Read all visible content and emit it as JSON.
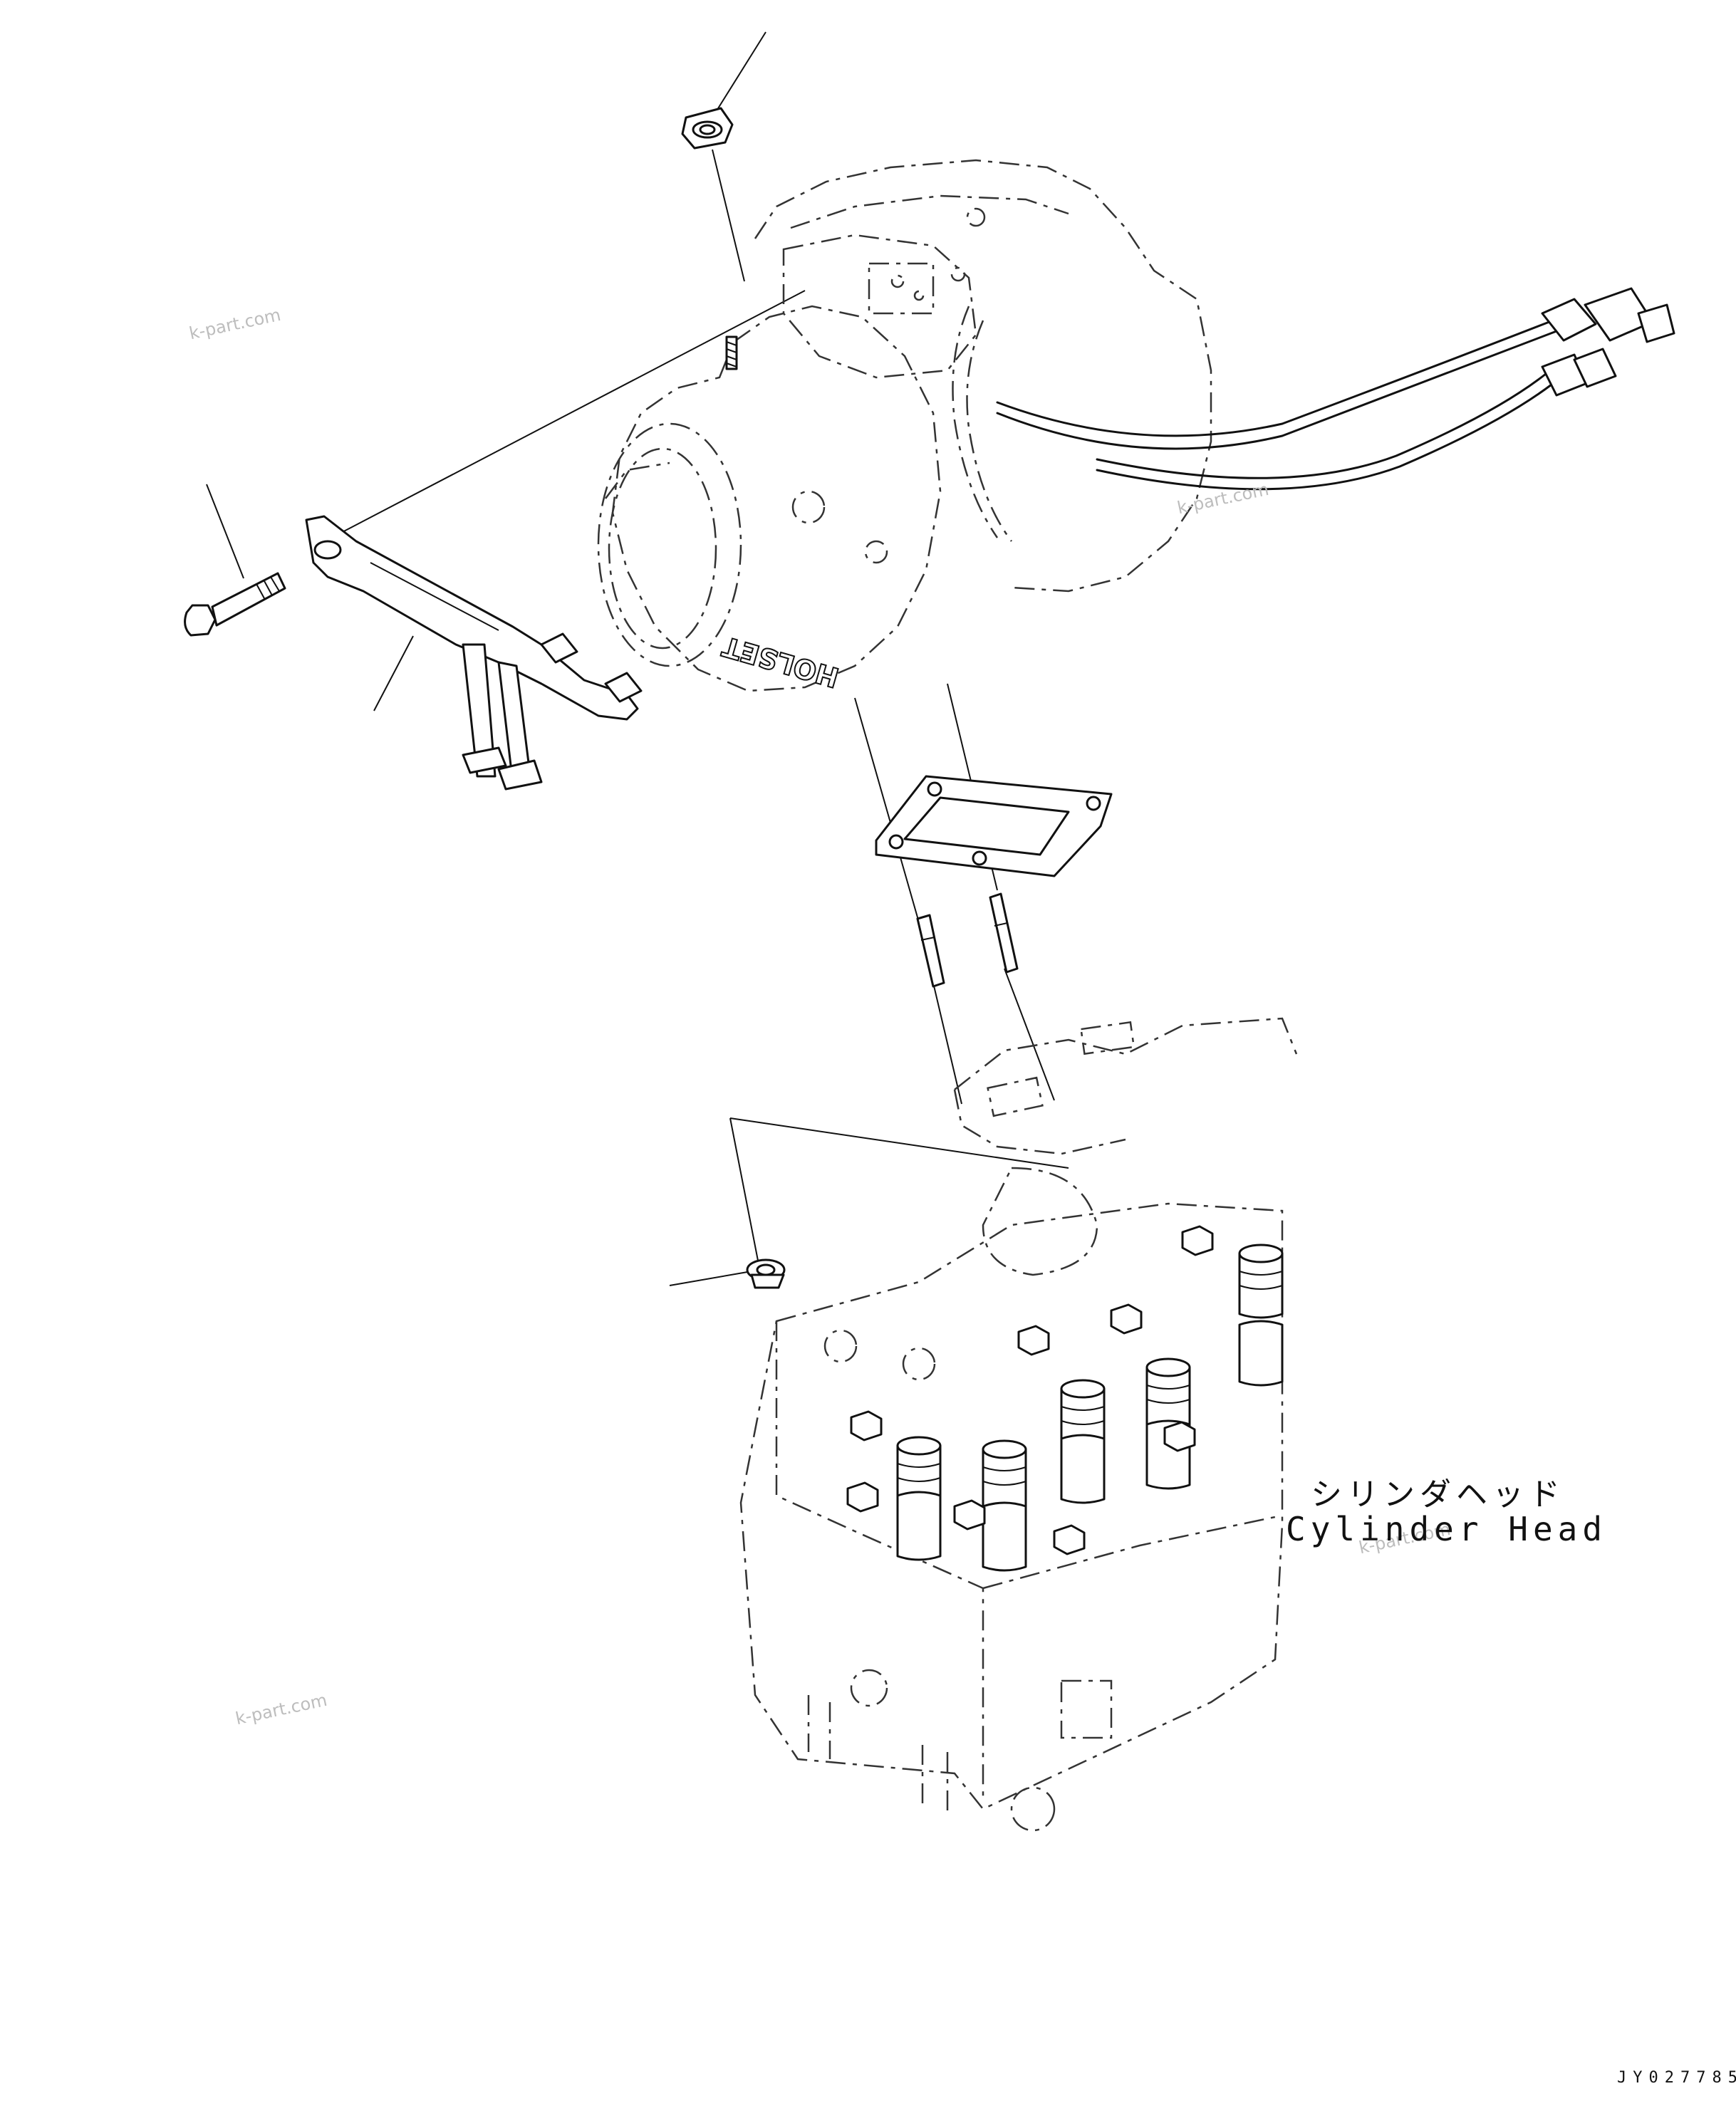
{
  "diagram": {
    "labels": {
      "cylinder_head_jp": "シリンダヘッド",
      "cylinder_head_en": "Cylinder Head",
      "drawing_code": "JY027785",
      "turbo_brand": "HOLSET"
    },
    "watermarks": [
      "k-part.com",
      "k-part.com",
      "k-part.com",
      "k-part.com"
    ]
  }
}
